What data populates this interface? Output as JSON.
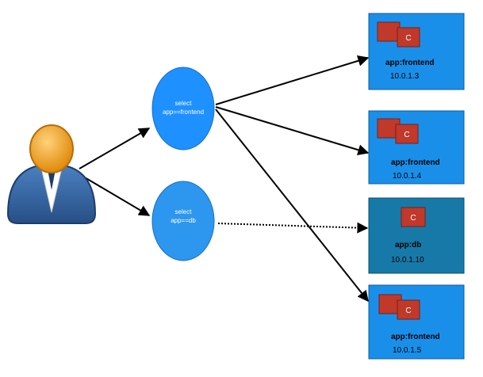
{
  "selectors": [
    {
      "line1": "select",
      "line2": "app==frontend"
    },
    {
      "line1": "select",
      "line2": "app==db"
    }
  ],
  "pods": [
    {
      "label": "app:frontend",
      "ip": "10.0.1.3",
      "icon": "C"
    },
    {
      "label": "app:frontend",
      "ip": "10.0.1.4",
      "icon": "C"
    },
    {
      "label": "app:db",
      "ip": "10.0.1.10",
      "icon": "C"
    },
    {
      "label": "app:frontend",
      "ip": "10.0.1.5",
      "icon": "C"
    }
  ],
  "colors": {
    "selector_fill": "#1e90ff",
    "pod_box": "#1a8fea",
    "pod_box_db": "#1779a8",
    "container": "#c0392b",
    "user_head": "#f39c12",
    "user_body": "#2f5f9a"
  },
  "icons": {
    "user": "user-icon",
    "container": "container-icon"
  }
}
